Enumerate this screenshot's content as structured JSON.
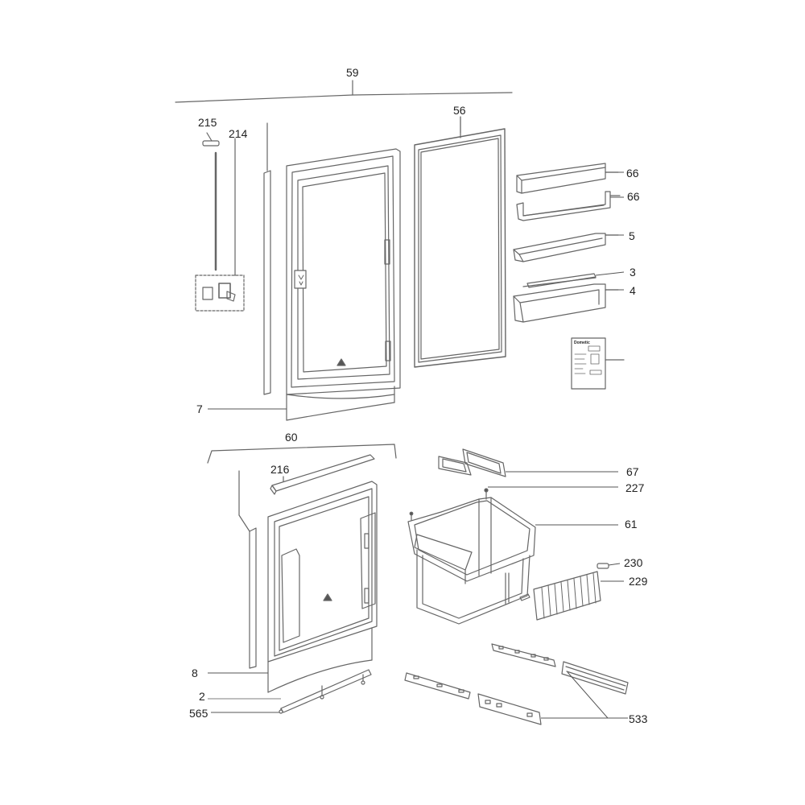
{
  "diagram": {
    "title": "",
    "callouts": {
      "c59": "59",
      "c56": "56",
      "c215": "215",
      "c214": "214",
      "c66a": "66",
      "c66b": "66",
      "c5": "5",
      "c3": "3",
      "c4": "4",
      "c7": "7",
      "c60": "60",
      "c216": "216",
      "c67": "67",
      "c227": "227",
      "c61": "61",
      "c230": "230",
      "c229": "229",
      "c8": "8",
      "c2": "2",
      "c565": "565",
      "c533": "533"
    },
    "manual_brand": "Dometic",
    "colors": {
      "line": "#555555",
      "part": "#666666",
      "fill": "#f2f2f2"
    }
  }
}
